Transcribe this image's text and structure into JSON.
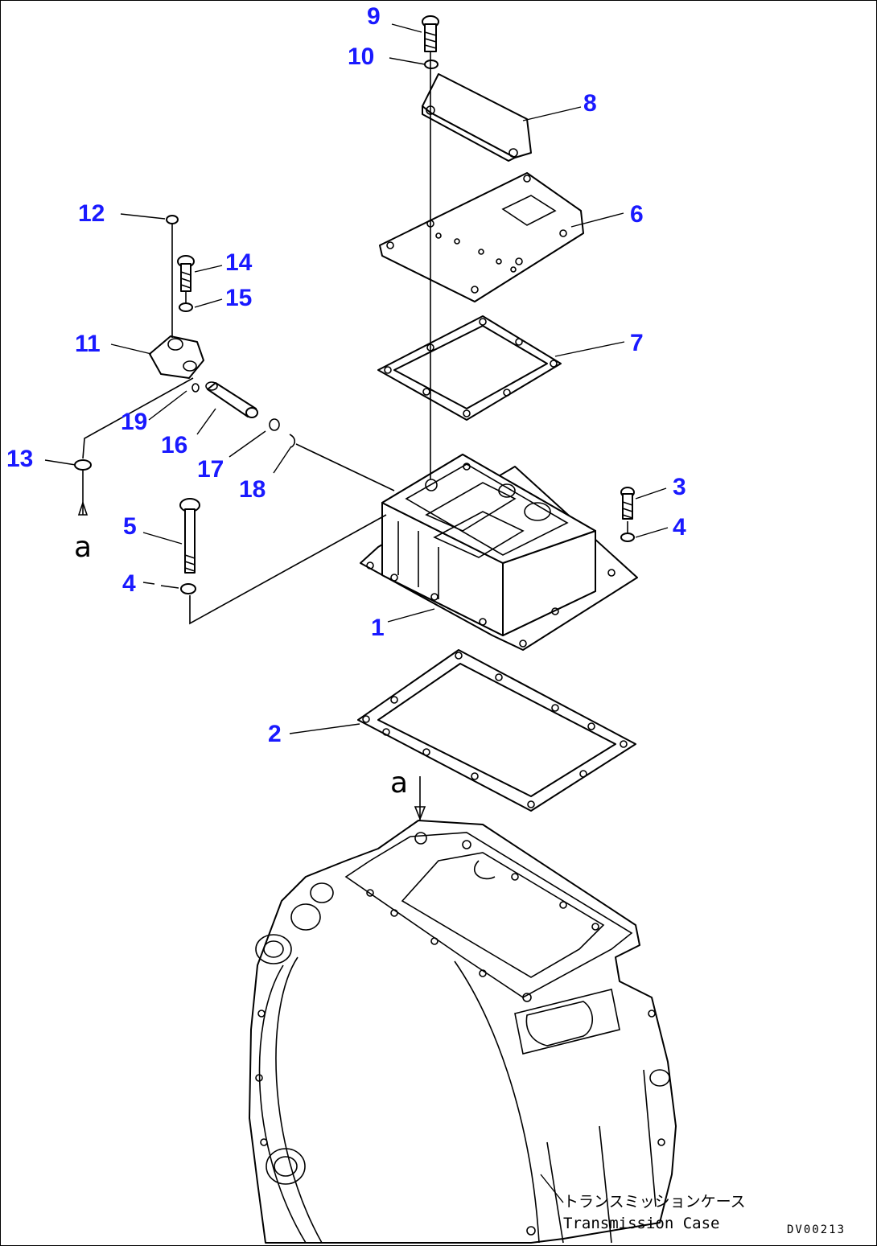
{
  "callouts": [
    "1",
    "2",
    "3",
    "4",
    "5",
    "6",
    "7",
    "8",
    "9",
    "10",
    "11",
    "12",
    "13",
    "14",
    "15",
    "16",
    "17",
    "18",
    "19"
  ],
  "ref_mark": "a",
  "caption": {
    "japanese": "トランスミッションケース",
    "english": "Transmission Case"
  },
  "drawing_code": "DV00213"
}
